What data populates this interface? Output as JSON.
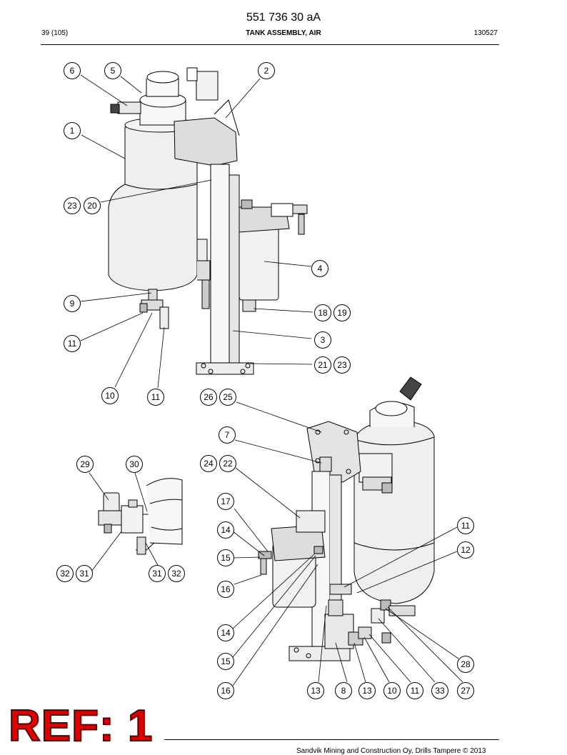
{
  "header": {
    "doc_number": "551 736 30 aA",
    "page": "39 (105)",
    "title": "TANK ASSEMBLY, AIR",
    "date_code": "130527"
  },
  "callouts": [
    "6",
    "5",
    "2",
    "1",
    "23",
    "20",
    "4",
    "9",
    "18",
    "19",
    "3",
    "11",
    "21",
    "23",
    "10",
    "11",
    "26",
    "25",
    "7",
    "29",
    "30",
    "24",
    "22",
    "17",
    "14",
    "11",
    "12",
    "15",
    "16",
    "32",
    "31",
    "31",
    "32",
    "14",
    "15",
    "16",
    "28",
    "13",
    "8",
    "13",
    "10",
    "11",
    "33",
    "27"
  ],
  "ref_badge": "REF: 1",
  "footer": "Sandvik Mining and Construction Oy, Drills Tampere © 2013"
}
